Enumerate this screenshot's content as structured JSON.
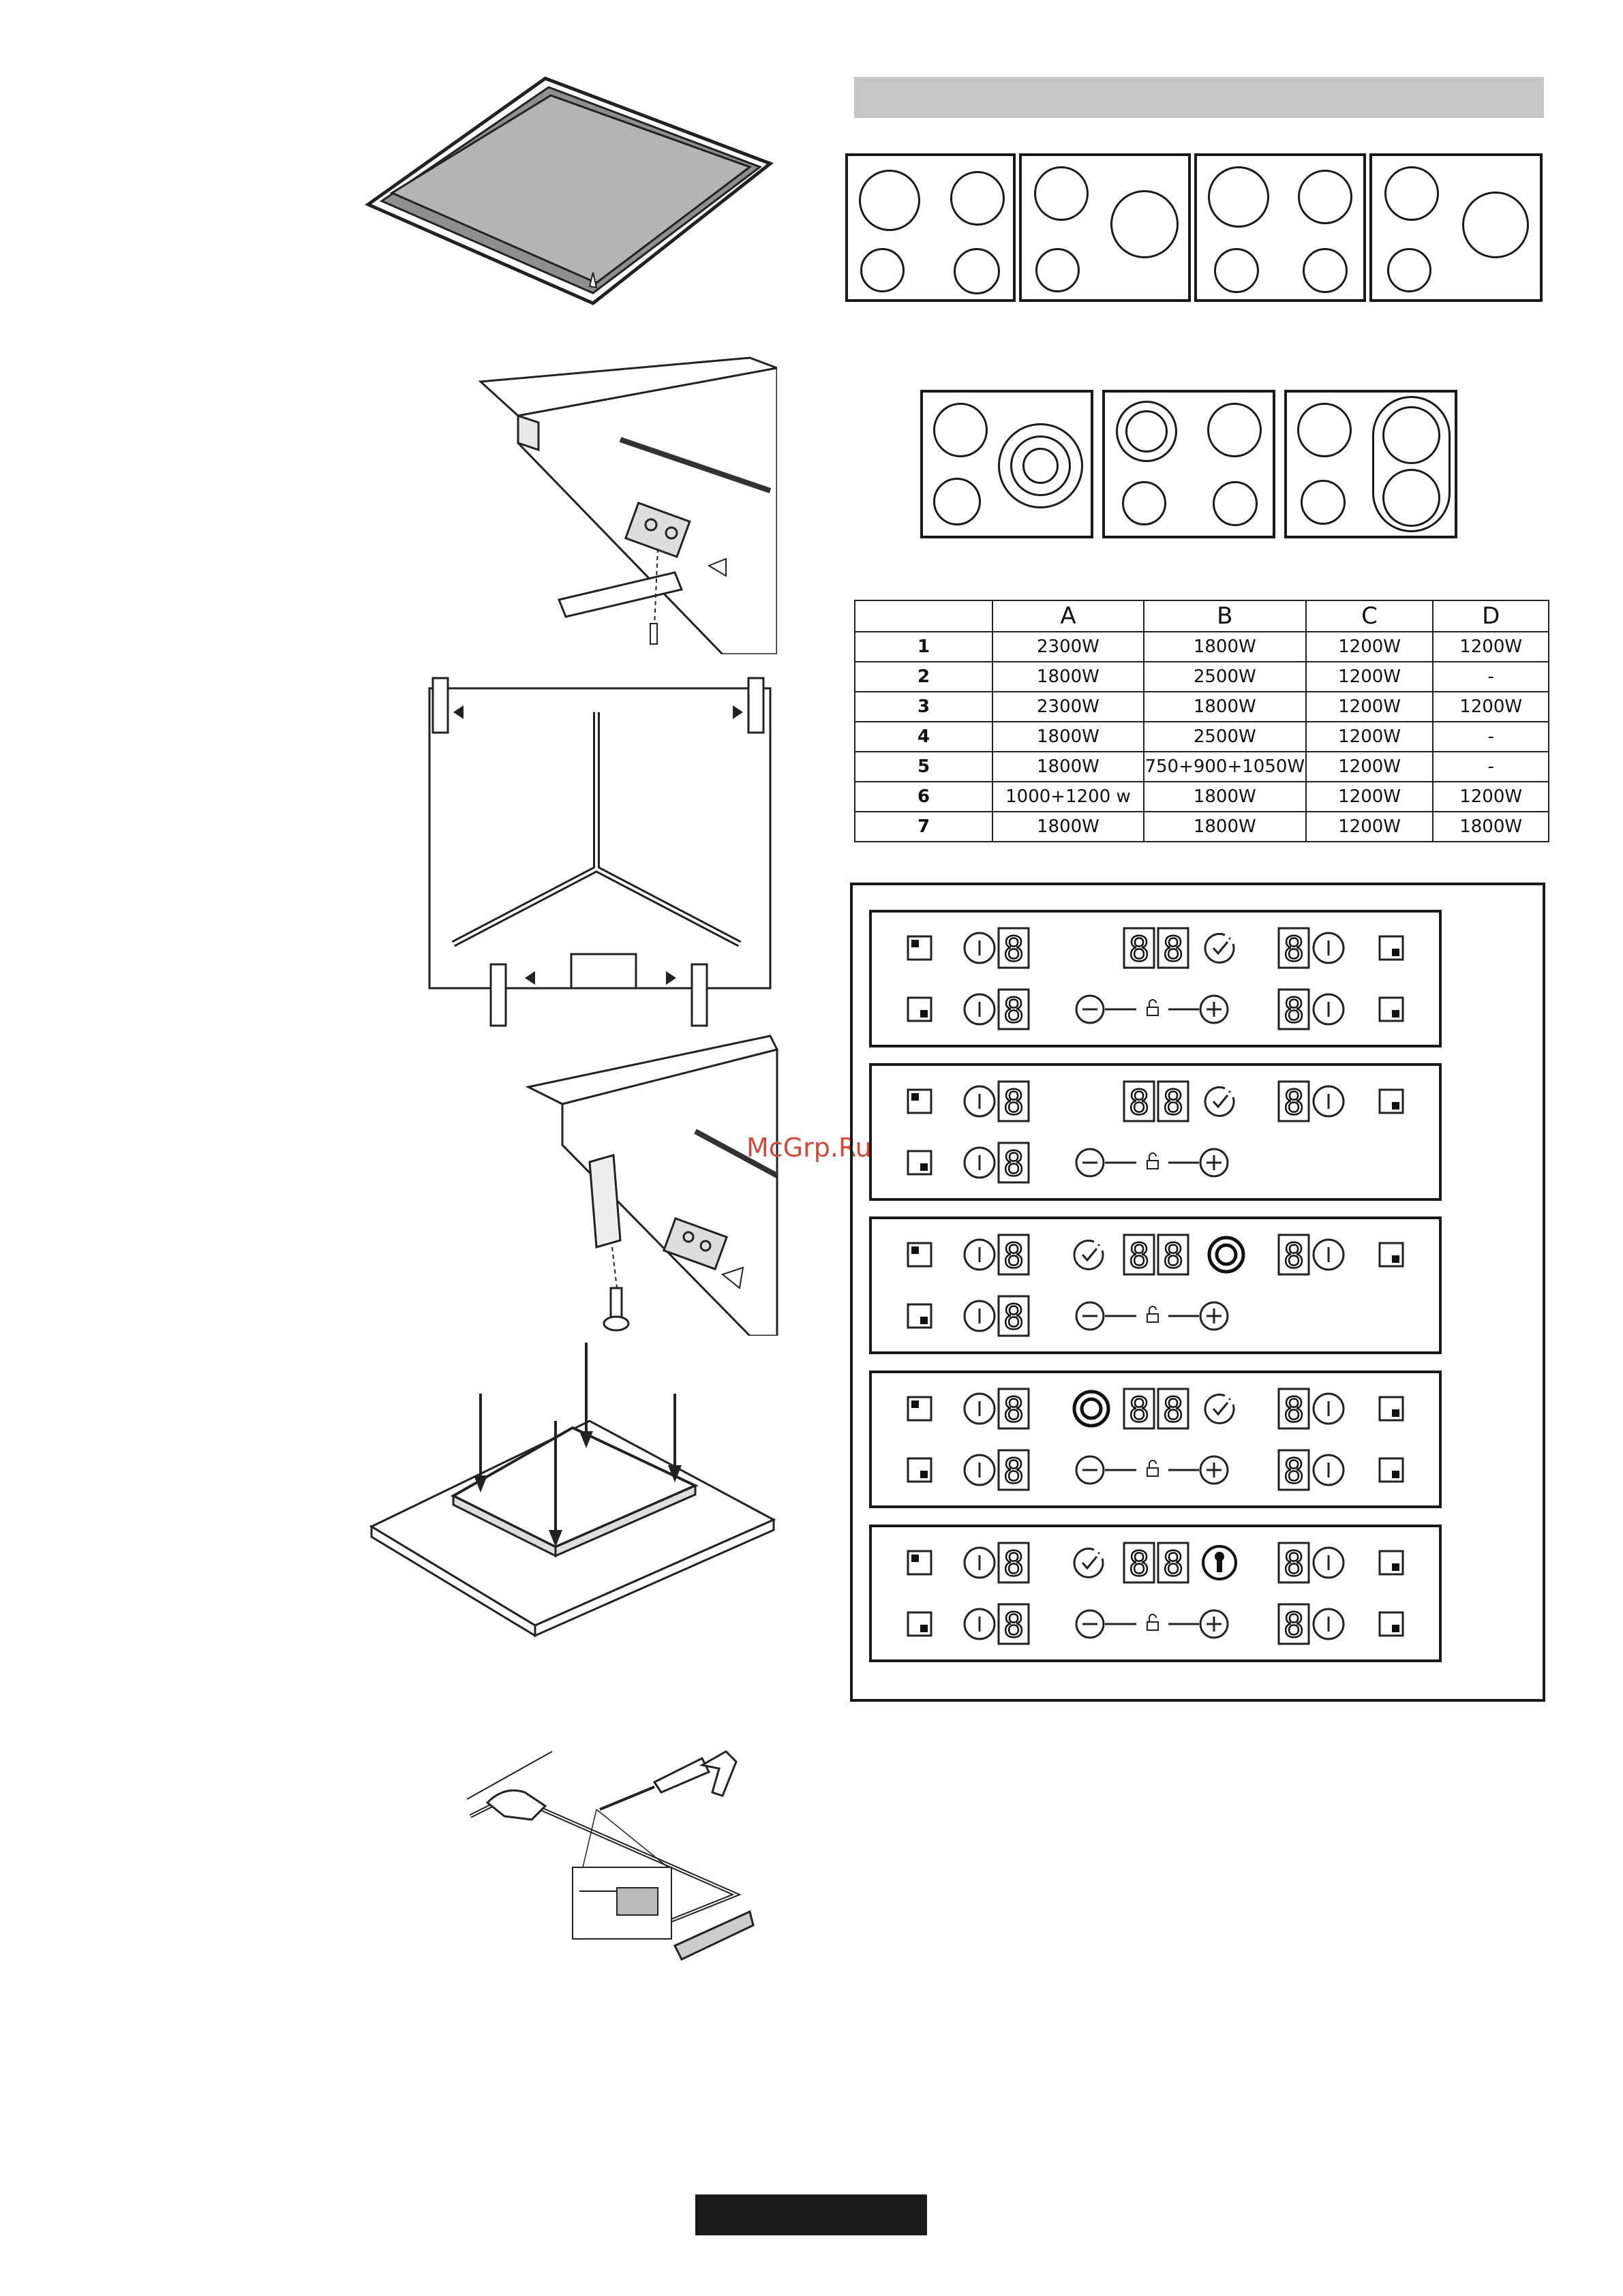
{
  "watermark": "McGrp.Ru",
  "power_table": {
    "columns": [
      "",
      "A",
      "B",
      "C",
      "D"
    ],
    "rows": [
      {
        "id": "1",
        "A": "2300W",
        "B": "1800W",
        "C": "1200W",
        "D": "1200W"
      },
      {
        "id": "2",
        "A": "1800W",
        "B": "2500W",
        "C": "1200W",
        "D": "-"
      },
      {
        "id": "3",
        "A": "2300W",
        "B": "1800W",
        "C": "1200W",
        "D": "1200W"
      },
      {
        "id": "4",
        "A": "1800W",
        "B": "2500W",
        "C": "1200W",
        "D": "-"
      },
      {
        "id": "5",
        "A": "1800W",
        "B": "750+900+1050W",
        "C": "1200W",
        "D": "-"
      },
      {
        "id": "6",
        "A": "1000+1200 w",
        "B": "1800W",
        "C": "1200W",
        "D": "1200W"
      },
      {
        "id": "7",
        "A": "1800W",
        "B": "1800W",
        "C": "1200W",
        "D": "1800W"
      }
    ]
  },
  "display_digit": "8",
  "panels": [
    {
      "variant": "timer-double-row"
    },
    {
      "variant": "timer-single-row"
    },
    {
      "variant": "timer-booster-single-row"
    },
    {
      "variant": "booster-timer-double-row"
    },
    {
      "variant": "timer-pause-double-row"
    }
  ],
  "icons": [
    "power-icon",
    "zone-selector-icon",
    "minus-icon",
    "plus-icon",
    "lock-icon",
    "timer-icon",
    "booster-icon",
    "pause-icon"
  ]
}
